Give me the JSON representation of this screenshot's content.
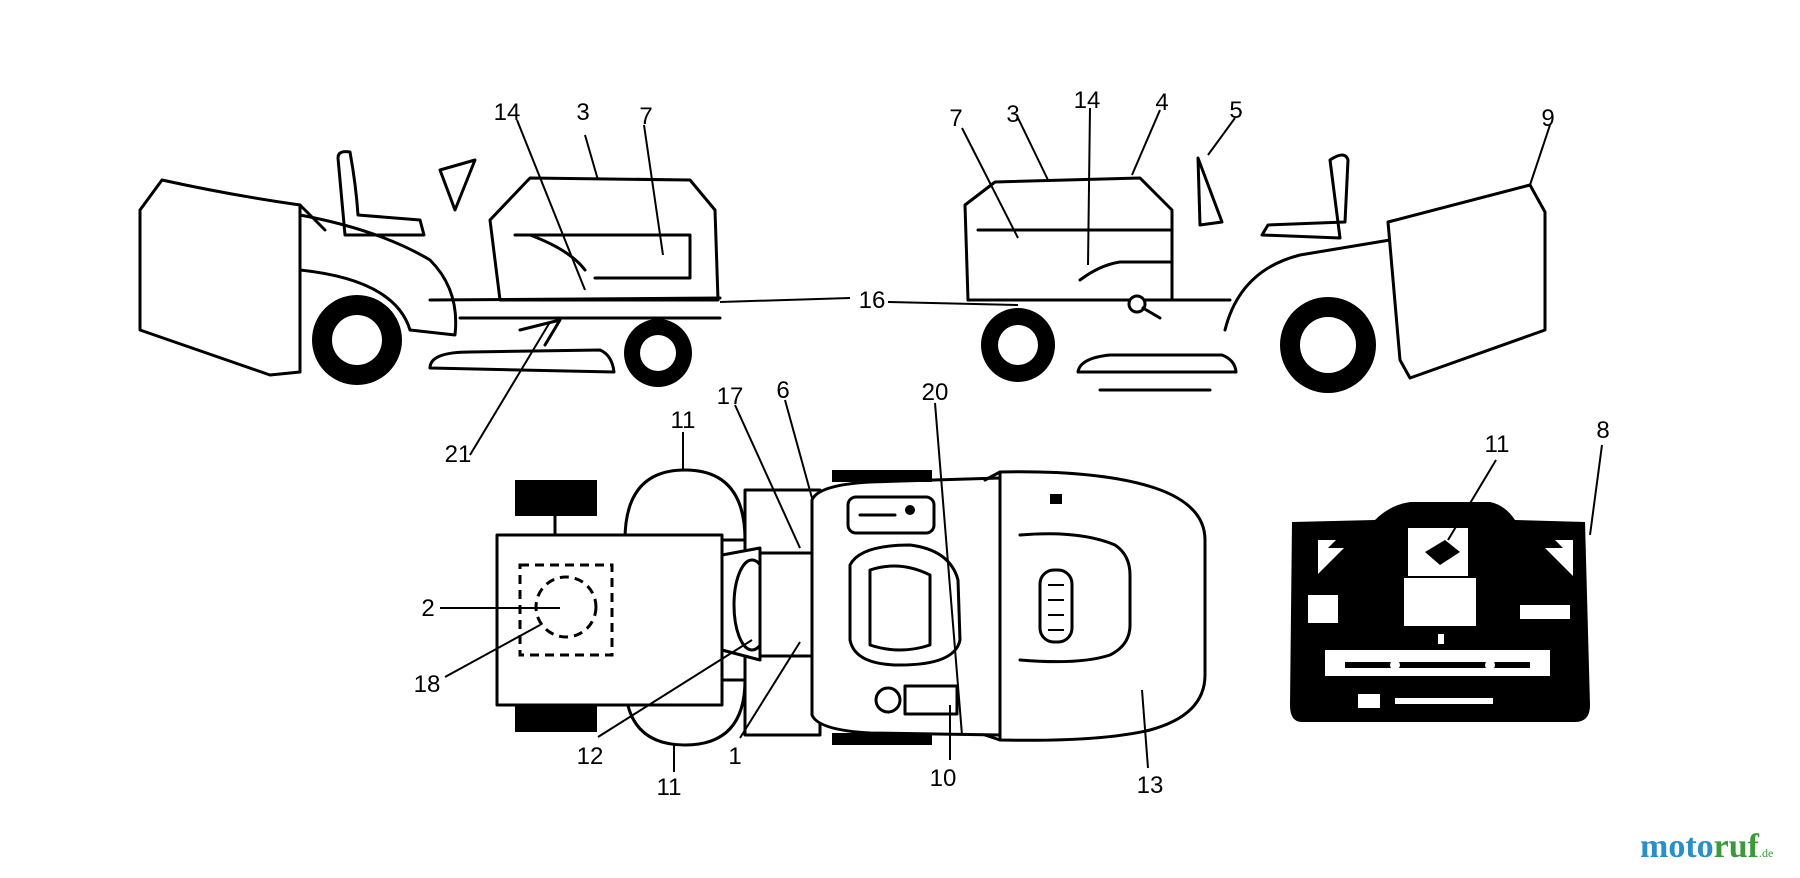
{
  "callouts": {
    "c1": "1",
    "c2": "2",
    "c3": "3",
    "c4": "4",
    "c5": "5",
    "c6": "6",
    "c7": "7",
    "c8": "8",
    "c9": "9",
    "c10": "10",
    "c11": "11",
    "c12": "12",
    "c13": "13",
    "c14": "14",
    "c16": "16",
    "c17": "17",
    "c18": "18",
    "c20": "20",
    "c21": "21"
  },
  "watermark": {
    "brand_moto": "moto",
    "brand_ruf": "ruf",
    "suffix": ".de",
    "color_moto": "#2a8ec8",
    "color_ruf": "#3a9a3a"
  }
}
